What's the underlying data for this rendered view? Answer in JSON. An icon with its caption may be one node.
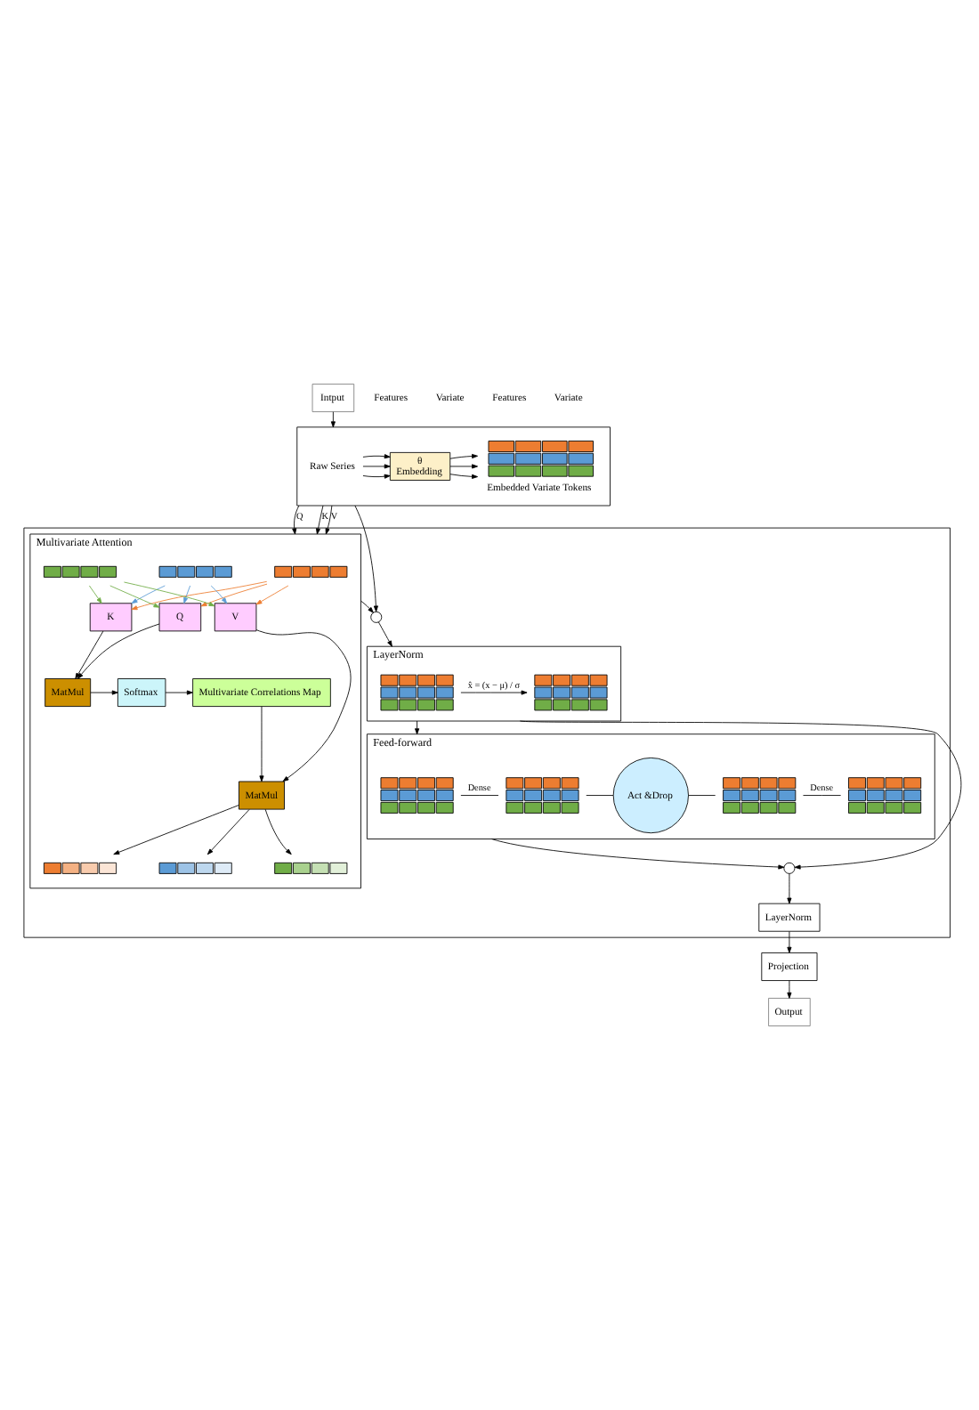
{
  "diagram": {
    "nodes": [
      {
        "text": [
          "Intput"
        ]
      },
      {
        "text": [],
        "shape": "box"
      },
      {
        "text": [
          "Raw Series"
        ],
        "in": 1
      },
      {
        "text": [
          "θ",
          "Embedding"
        ],
        "in": 1
      },
      {
        "text": [
          "Embedded Variate Tokens"
        ],
        "in": 1
      },
      {
        "text": [],
        "shape": "box"
      },
      {
        "text": [
          "Multivariate Attention"
        ],
        "in": 5
      },
      {
        "text": [],
        "shape": "bar",
        "in": 6
      },
      {
        "text": [],
        "shape": "bar",
        "in": 6
      },
      {
        "text": [],
        "shape": "bar",
        "in": 6
      },
      {
        "text": [
          "Q"
        ],
        "in": 6
      },
      {
        "text": [
          "K"
        ],
        "in": 6
      },
      {
        "text": [
          "V"
        ],
        "in": 6
      },
      {
        "text": [
          "MatMul"
        ],
        "in": 6
      },
      {
        "text": [
          "Softmax"
        ],
        "in": 6
      },
      {
        "text": [
          "Multivariate Correlations Map"
        ],
        "in": 6
      },
      {
        "text": [
          "MatMul"
        ],
        "in": 6
      },
      {
        "text": [],
        "shape": "bar",
        "in": 6
      },
      {
        "text": [],
        "shape": "bar",
        "in": 6
      },
      {
        "text": [],
        "shape": "bar",
        "in": 6
      },
      {
        "text": [],
        "shape": "circle",
        "in": 5
      },
      {
        "text": [
          "LayerNorm"
        ],
        "in": 5
      },
      {
        "text": [],
        "shape": "bar",
        "in": 21
      },
      {
        "text": [],
        "shape": "bar",
        "in": 21
      },
      {
        "text": [
          "Feed-forward"
        ],
        "in": 5
      },
      {
        "text": [],
        "shape": "bar",
        "in": 24
      },
      {
        "text": [],
        "shape": "bar",
        "in": 24
      },
      {
        "text": [
          "Act &Drop"
        ],
        "in": 24
      },
      {
        "text": [],
        "shape": "bar",
        "in": 24
      },
      {
        "text": [],
        "shape": "bar",
        "in": 24
      },
      {
        "text": [],
        "shape": "circle",
        "in": 5
      },
      {
        "text": [
          "LayerNorm"
        ],
        "in": 5
      },
      {
        "text": [
          "Projection"
        ]
      },
      {
        "text": [
          "Output"
        ]
      }
    ],
    "edges": [
      {
        "from": 0,
        "to": 1,
        "arrow": "to"
      },
      {
        "from": 2,
        "to": 3,
        "arrow": "to"
      },
      {
        "from": 2,
        "to": 3,
        "arrow": "to"
      },
      {
        "from": 2,
        "to": 3,
        "arrow": "to"
      },
      {
        "from": 3,
        "to": 4,
        "arrow": "to"
      },
      {
        "from": 3,
        "to": 4,
        "arrow": "to"
      },
      {
        "from": 3,
        "to": 4,
        "arrow": "to"
      },
      {
        "from": 1,
        "to": 6,
        "arrow": "to",
        "label": "Q"
      },
      {
        "from": 1,
        "to": 6,
        "arrow": "to",
        "label": "K"
      },
      {
        "from": 1,
        "to": 6,
        "arrow": "to",
        "label": "V"
      },
      {
        "from": 7,
        "to": 10,
        "arrow": "to",
        "color": "#ed7d31"
      },
      {
        "from": 7,
        "to": 11,
        "arrow": "to",
        "color": "#ed7d31"
      },
      {
        "from": 7,
        "to": 12,
        "arrow": "to",
        "color": "#ed7d31"
      },
      {
        "from": 8,
        "to": 10,
        "arrow": "to",
        "color": "#5b9bd5"
      },
      {
        "from": 8,
        "to": 11,
        "arrow": "to",
        "color": "#5b9bd5"
      },
      {
        "from": 8,
        "to": 12,
        "arrow": "to",
        "color": "#5b9bd5"
      },
      {
        "from": 9,
        "to": 10,
        "arrow": "to",
        "color": "#70ad47"
      },
      {
        "from": 9,
        "to": 11,
        "arrow": "to",
        "color": "#70ad47"
      },
      {
        "from": 9,
        "to": 12,
        "arrow": "to",
        "color": "#70ad47"
      },
      {
        "from": 10,
        "to": 13,
        "arrow": "to"
      },
      {
        "from": 11,
        "to": 13,
        "arrow": "to"
      },
      {
        "from": 13,
        "to": 14,
        "arrow": "to"
      },
      {
        "from": 14,
        "to": 15,
        "arrow": "to"
      },
      {
        "from": 15,
        "to": 16,
        "arrow": "to"
      },
      {
        "from": 12,
        "to": 16,
        "arrow": "to"
      },
      {
        "from": 16,
        "to": 17,
        "arrow": "to"
      },
      {
        "from": 16,
        "to": 18,
        "arrow": "to"
      },
      {
        "from": 16,
        "to": 19,
        "arrow": "to"
      },
      {
        "from": 6,
        "to": 20,
        "arrow": "to"
      },
      {
        "from": 1,
        "to": 20,
        "arrow": "to"
      },
      {
        "from": 20,
        "to": 21,
        "arrow": "to"
      },
      {
        "from": 22,
        "to": 23,
        "arrow": "to",
        "label": "x̂ = (x − μ) / σ"
      },
      {
        "from": 21,
        "to": 24,
        "arrow": "to"
      },
      {
        "from": 25,
        "to": 26,
        "arrow": "none",
        "label": "Dense"
      },
      {
        "from": 26,
        "to": 27,
        "arrow": "none"
      },
      {
        "from": 27,
        "to": 28,
        "arrow": "none"
      },
      {
        "from": 28,
        "to": 29,
        "arrow": "none",
        "label": "Dense"
      },
      {
        "from": 24,
        "to": 30,
        "arrow": "to"
      },
      {
        "from": 21,
        "to": 30,
        "arrow": "to"
      },
      {
        "from": 30,
        "to": 31,
        "arrow": "to"
      },
      {
        "from": 31,
        "to": 32,
        "arrow": "to"
      },
      {
        "from": 32,
        "to": 33,
        "arrow": "to"
      }
    ],
    "labels": [
      "Features",
      "Variate",
      "Features",
      "Variate"
    ]
  }
}
